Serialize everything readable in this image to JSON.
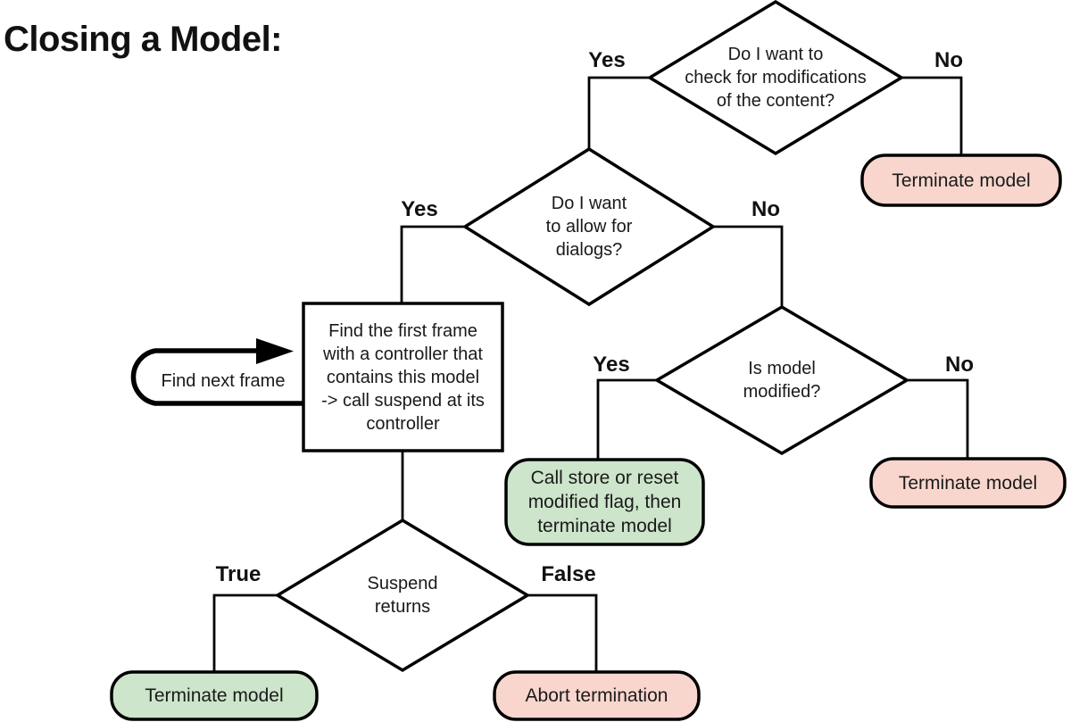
{
  "title": "Closing a Model:",
  "colors": {
    "terminate_fill": "#f8d6ce",
    "proceed_fill": "#cde5cb",
    "node_fill": "#ffffff",
    "stroke": "#000000"
  },
  "nodes": {
    "check_modifications": {
      "text": "Do I want to\ncheck for modifications\nof the content?"
    },
    "allow_dialogs": {
      "text": "Do I want\nto allow for\ndialogs?"
    },
    "is_modified": {
      "text": "Is model\nmodified?"
    },
    "suspend_returns": {
      "text": "Suspend\nreturns"
    },
    "find_frame": {
      "text": "Find the first frame\nwith a controller that\ncontains this model\n-> call suspend at its\ncontroller"
    },
    "terminate_top": {
      "text": "Terminate model"
    },
    "store_reset": {
      "text": "Call store or reset\nmodified flag, then\nterminate model"
    },
    "terminate_right": {
      "text": "Terminate model"
    },
    "terminate_bottom": {
      "text": "Terminate model"
    },
    "abort": {
      "text": "Abort termination"
    }
  },
  "labels": {
    "d1_yes": "Yes",
    "d1_no": "No",
    "d2_yes": "Yes",
    "d2_no": "No",
    "d3_yes": "Yes",
    "d3_no": "No",
    "d4_true": "True",
    "d4_false": "False",
    "loop": "Find next frame"
  }
}
